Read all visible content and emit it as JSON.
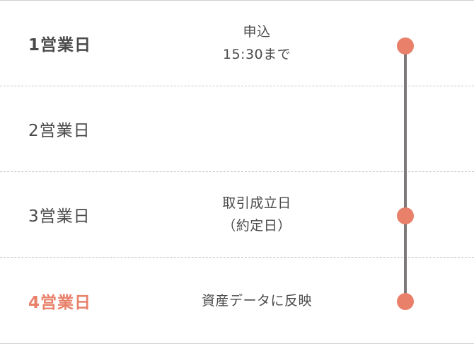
{
  "rows": [
    {
      "day": "1営業日",
      "event_line1": "申込",
      "event_line2": "15:30まで"
    },
    {
      "day": "2営業日",
      "event_line1": "",
      "event_line2": ""
    },
    {
      "day": "3営業日",
      "event_line1": "取引成立日",
      "event_line2": "（約定日）"
    },
    {
      "day": "4営業日",
      "event_line1": "資産データに反映",
      "event_line2": ""
    }
  ],
  "colors": {
    "accent": "#e8806a",
    "text": "#4a4a4a",
    "track": "#7e7878",
    "divider": "#c8c8c8"
  }
}
